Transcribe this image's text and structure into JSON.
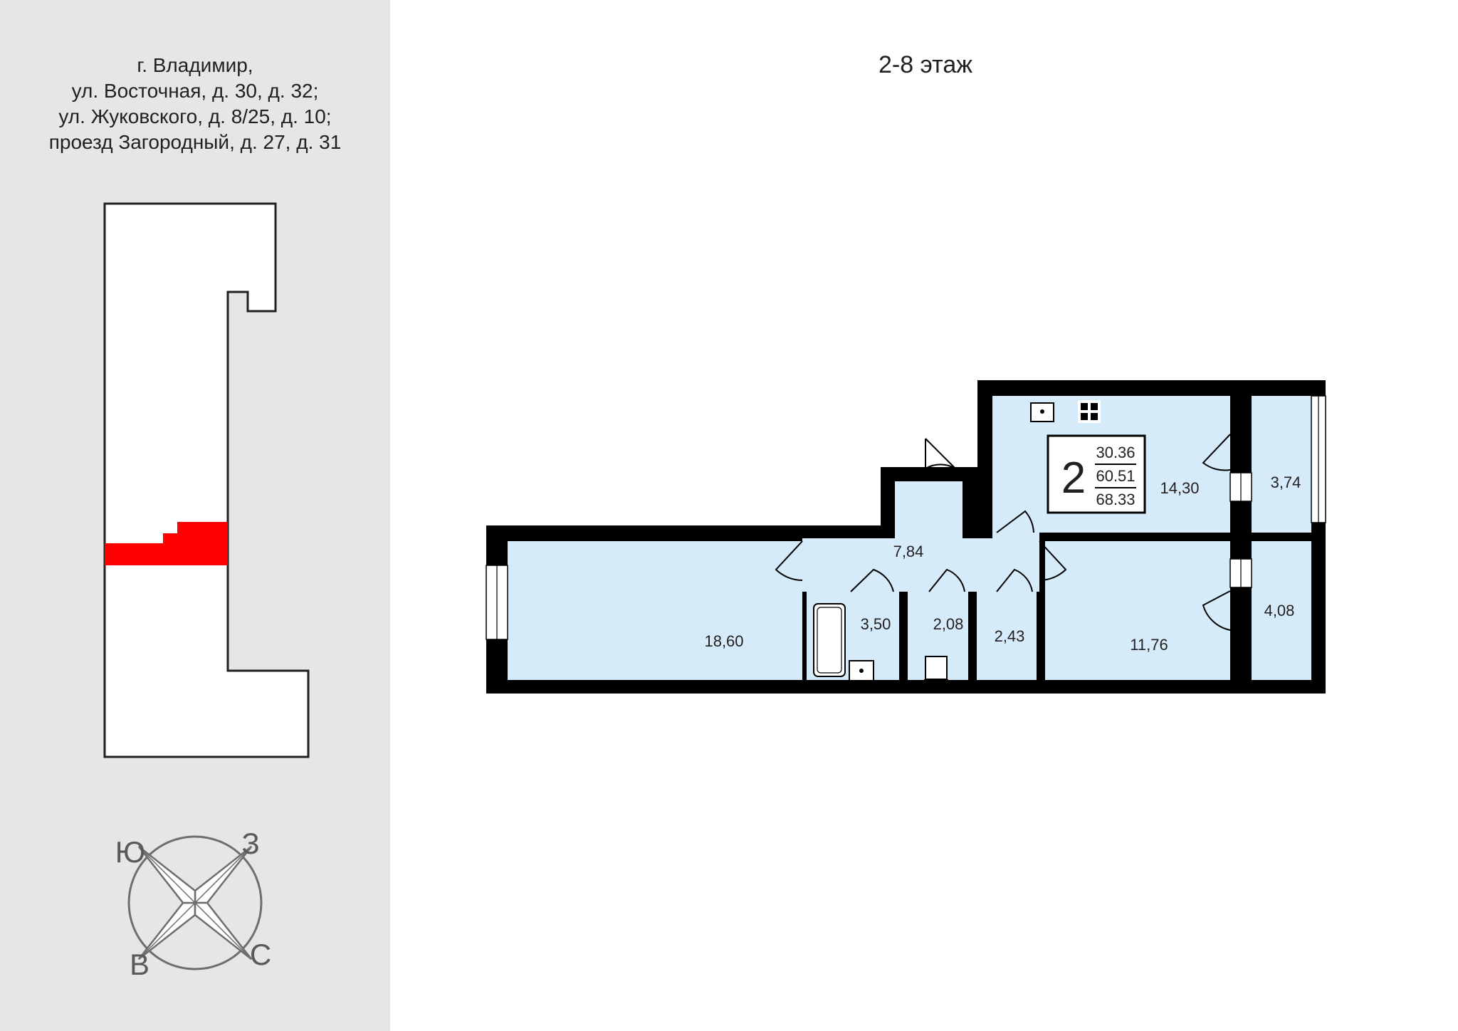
{
  "address": {
    "lines": [
      "г. Владимир,",
      "ул. Восточная, д. 30, д. 32;",
      "ул. Жуковского, д. 8/25, д. 10;",
      "проезд Загородный, д. 27, д. 31"
    ]
  },
  "floor": {
    "label": "2-8 этаж"
  },
  "compass": {
    "north": "С",
    "south": "Ю",
    "east": "В",
    "west": "З"
  },
  "badge": {
    "rooms": "2",
    "living_area": "30.36",
    "total_area": "60.51",
    "total_with_balcony": "68.33"
  },
  "rooms": {
    "living_large": "18,60",
    "hallway": "7,84",
    "bathroom": "3,50",
    "toilet": "2,08",
    "storage": "2,43",
    "bedroom": "11,76",
    "kitchen": "14,30",
    "balcony_1": "3,74",
    "balcony_2": "4,08"
  },
  "colors": {
    "sidebar_bg": "#e6e6e6",
    "room_fill": "#d6ebfa",
    "wall": "#000000",
    "highlight": "#ff0000",
    "compass": "#6d6e71"
  }
}
